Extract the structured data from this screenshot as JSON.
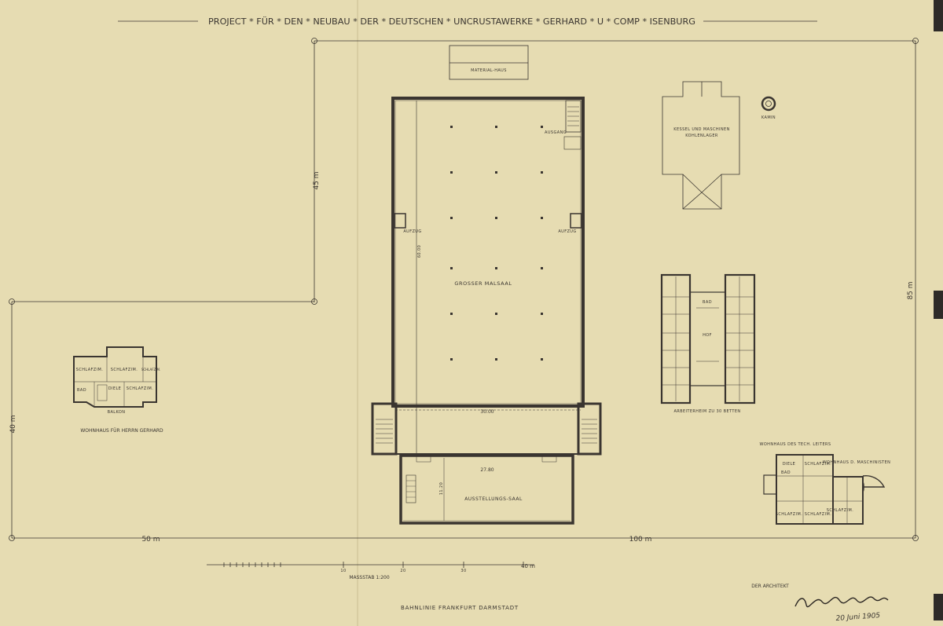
{
  "sheet": {
    "title": "PROJECT * FÜR * DEN * NEUBAU * DER * DEUTSCHEN * UNCRUSTAWERKE * GERHARD * U * COMP * ISENBURG",
    "paper_color": "#e6dcb2",
    "ink_color": "#3a3530"
  },
  "site": {
    "dim_top_left": "45 m",
    "dim_left": "40 m",
    "dim_right": "85 m",
    "dim_bottom_left": "50 m",
    "dim_bottom_right": "100 m"
  },
  "buildings": {
    "material_house": "MATERIAL-HAUS",
    "main_hall": "GROSSER MALSAAL",
    "main_hall_width": "30.00",
    "main_hall_depth": "60.00",
    "lift_left": "AUFZUG",
    "lift_right": "AUFZUG",
    "exit_top": "AUSGANG",
    "exhibition_hall": "AUSSTELLUNGS-SAAL",
    "exhibition_width": "27.80",
    "exhibition_depth": "11.20",
    "boiler_house": "KESSEL UND MASCHINEN",
    "coal_store": "KOHLENLAGER",
    "chimney": "KAMIN",
    "workers_home": "ARBEITERHEIM ZU 30 BETTEN",
    "workers_bath": "BAD",
    "workers_court": "HOF",
    "villa_gerhard": "WOHNHAUS FÜR HERRN GERHARD",
    "villa_rooms": [
      "SCHLAFZIM.",
      "SCHLAFZIM.",
      "SCHLAFZIM.",
      "BAD",
      "DIELE",
      "SCHLAFZIM.",
      "BALKON"
    ],
    "tech_house": "WOHNHAUS DES TECH. LEITERS",
    "tech_house_rooms": [
      "DIELE",
      "SCHLAFZIM.",
      "BAD",
      "SCHLAFZIM.",
      "SCHLAFZIM.",
      "SCHLAFZIM."
    ],
    "machinist_house": "WOHNHAUS D. MASCHINISTEN"
  },
  "scale": {
    "ticks": [
      "10",
      "20",
      "30",
      "40 m"
    ],
    "label": "MASSSTAB 1:200"
  },
  "footer": {
    "railway": "BAHNLINIE   FRANKFURT   DARMSTADT",
    "architect_label": "DER ARCHITEKT",
    "date": "20 Juni 1905"
  }
}
